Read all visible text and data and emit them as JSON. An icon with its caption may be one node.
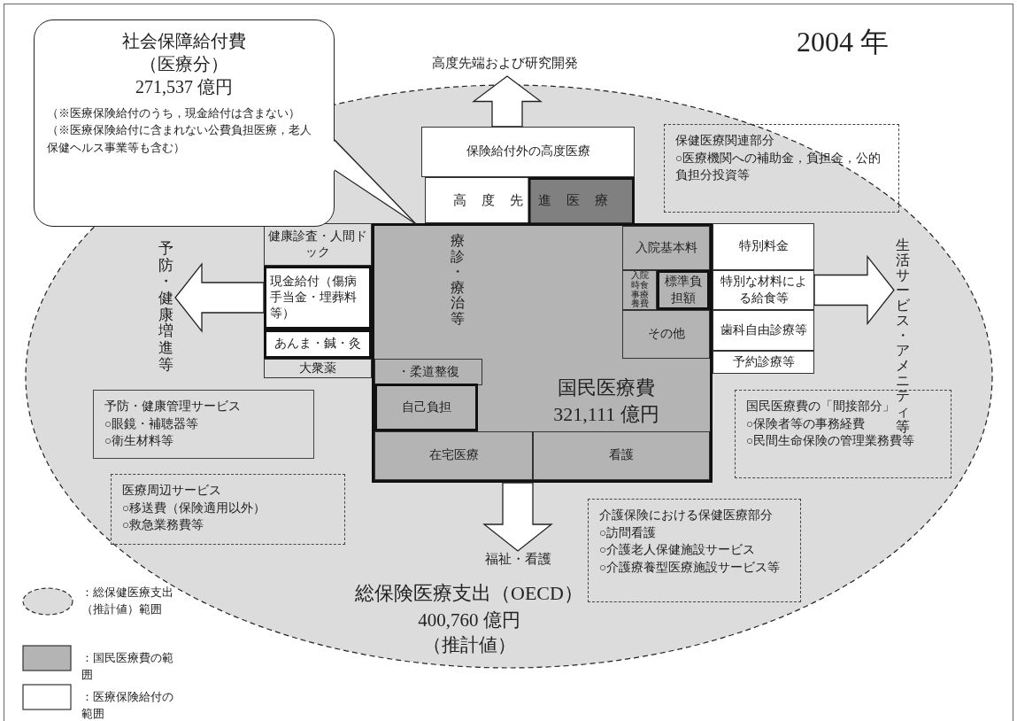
{
  "diagram": {
    "title": "2004 年",
    "nodes": [
      {
        "text": [
          "総保険医療支出（OECD）",
          "400,760 億円",
          "（推計値）"
        ]
      },
      {
        "text": [
          "社会保障給付費",
          "（医療分）",
          "271,537 億円",
          "（※医療保険給付のうち，現金給付は含まない）",
          "（※医療保険給付に含まれない公費負担医療，老人保健ヘルス事業等も含む）"
        ]
      },
      {
        "text": [
          "高度先端および研究開発"
        ]
      },
      {
        "text": [
          "保険給付外の高度医療"
        ],
        "in": 0
      },
      {
        "text": [
          "高度先進医療"
        ],
        "in": 0
      },
      {
        "text": [
          "保健医療関連部分",
          "○医療機関への補助金，負担金，公的負担分投資等"
        ],
        "in": 0
      },
      {
        "text": [
          "健康診査・人間ドック"
        ],
        "in": 0
      },
      {
        "text": [
          "療診・療治等",
          "国民医療費",
          "321,111 億円"
        ],
        "in": 0
      },
      {
        "text": [
          "入院基本料"
        ],
        "in": 7
      },
      {
        "text": [
          "特別料金"
        ],
        "in": 0
      },
      {
        "text": [
          "予防・健康増進等"
        ],
        "in": 0
      },
      {
        "text": [
          "現金給付（傷病手当金・埋葬料等）"
        ],
        "in": 0
      },
      {
        "text": [
          "入院時食事療養費"
        ],
        "in": 7
      },
      {
        "text": [
          "標準負担額"
        ],
        "in": 7
      },
      {
        "text": [
          "特別な材料による給食等"
        ],
        "in": 0
      },
      {
        "text": [
          "生活サービス・アメニティ等"
        ],
        "in": 0
      },
      {
        "text": [
          "歯科自由診療等"
        ],
        "in": 0
      },
      {
        "text": [
          "あんま・鍼・灸"
        ],
        "in": 0
      },
      {
        "text": [
          "・柔道整復"
        ],
        "in": 7
      },
      {
        "text": [
          "その他"
        ],
        "in": 7
      },
      {
        "text": [
          "大衆薬"
        ],
        "in": 0
      },
      {
        "text": [
          "予約診療等"
        ],
        "in": 0
      },
      {
        "text": [
          "予防・健康管理サービス",
          "○眼鏡・補聴器等",
          "○衛生材料等"
        ],
        "in": 0
      },
      {
        "text": [
          "国民医療費の「間接部分」",
          "○保険者等の事務経費",
          "○民間生命保険の管理業務費等"
        ],
        "in": 0
      },
      {
        "text": [
          "自己負担"
        ],
        "in": 7
      },
      {
        "text": [
          "在宅医療"
        ],
        "in": 7
      },
      {
        "text": [
          "看護"
        ],
        "in": 7
      },
      {
        "text": [
          "医療周辺サービス",
          "○移送費（保険適用以外）",
          "○救急業務費等"
        ],
        "in": 0
      },
      {
        "text": [
          "福祉・看護"
        ],
        "in": 0
      },
      {
        "text": [
          "介護保険における保健医療部分",
          "○訪問看護",
          "○介護老人保健施設サービス",
          "○介護療養型医療施設サービス等"
        ],
        "in": 0
      }
    ],
    "edges": [
      {
        "from": 3,
        "to": 2,
        "arrow": "to"
      },
      {
        "from": 11,
        "to": 10,
        "arrow": "to"
      },
      {
        "from": 14,
        "to": 15,
        "arrow": "to"
      },
      {
        "from": 7,
        "to": 28,
        "arrow": "to"
      },
      {
        "from": 1,
        "to": 7,
        "arrow": "none"
      }
    ],
    "legend": [
      {
        "text": "：総保健医療支出（推計値）範囲",
        "color": "#dcdcdc"
      },
      {
        "text": "：国民医療費の範囲",
        "color": "#b4b4b4"
      },
      {
        "text": "：医療保険給付の範囲",
        "color": "#ffffff"
      }
    ]
  }
}
